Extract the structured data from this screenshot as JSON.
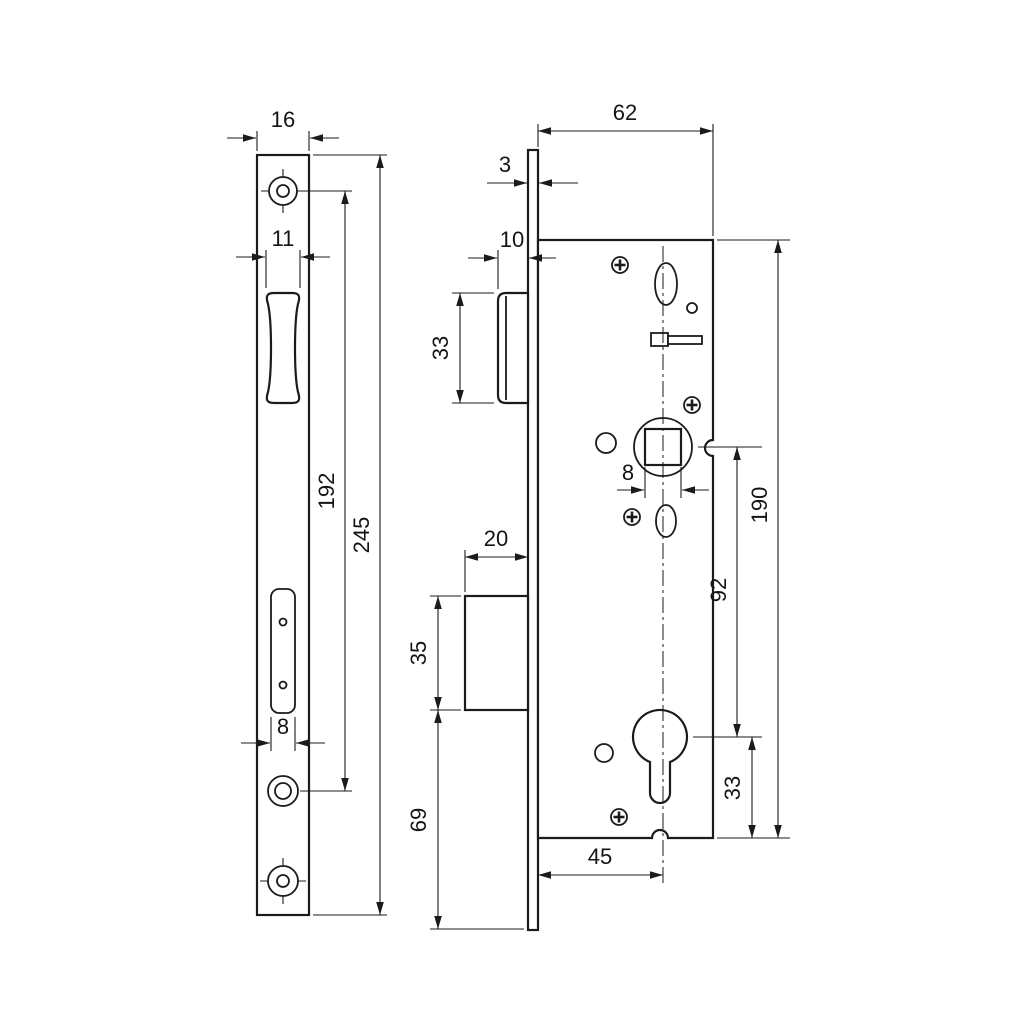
{
  "drawing": {
    "kind": "technical-drawing",
    "subject": "mortise-lock",
    "colors": {
      "line": "#1b1b1b",
      "background": "#ffffff"
    },
    "faceplate_view": {
      "width": "16",
      "latch_cutout_width": "11",
      "hole_pitch": "192",
      "total_length": "245",
      "lower_cutout_width": "8"
    },
    "body_view": {
      "body_depth": "62",
      "faceplate_thickness": "3",
      "latch_projection": "10",
      "latch_height": "33",
      "deadbolt_projection": "20",
      "deadbolt_height": "35",
      "deadbolt_to_bottom": "69",
      "follower_square": "8",
      "centre_distance": "92",
      "body_height": "190",
      "cylinder_to_bottom": "33",
      "backset": "45"
    }
  }
}
